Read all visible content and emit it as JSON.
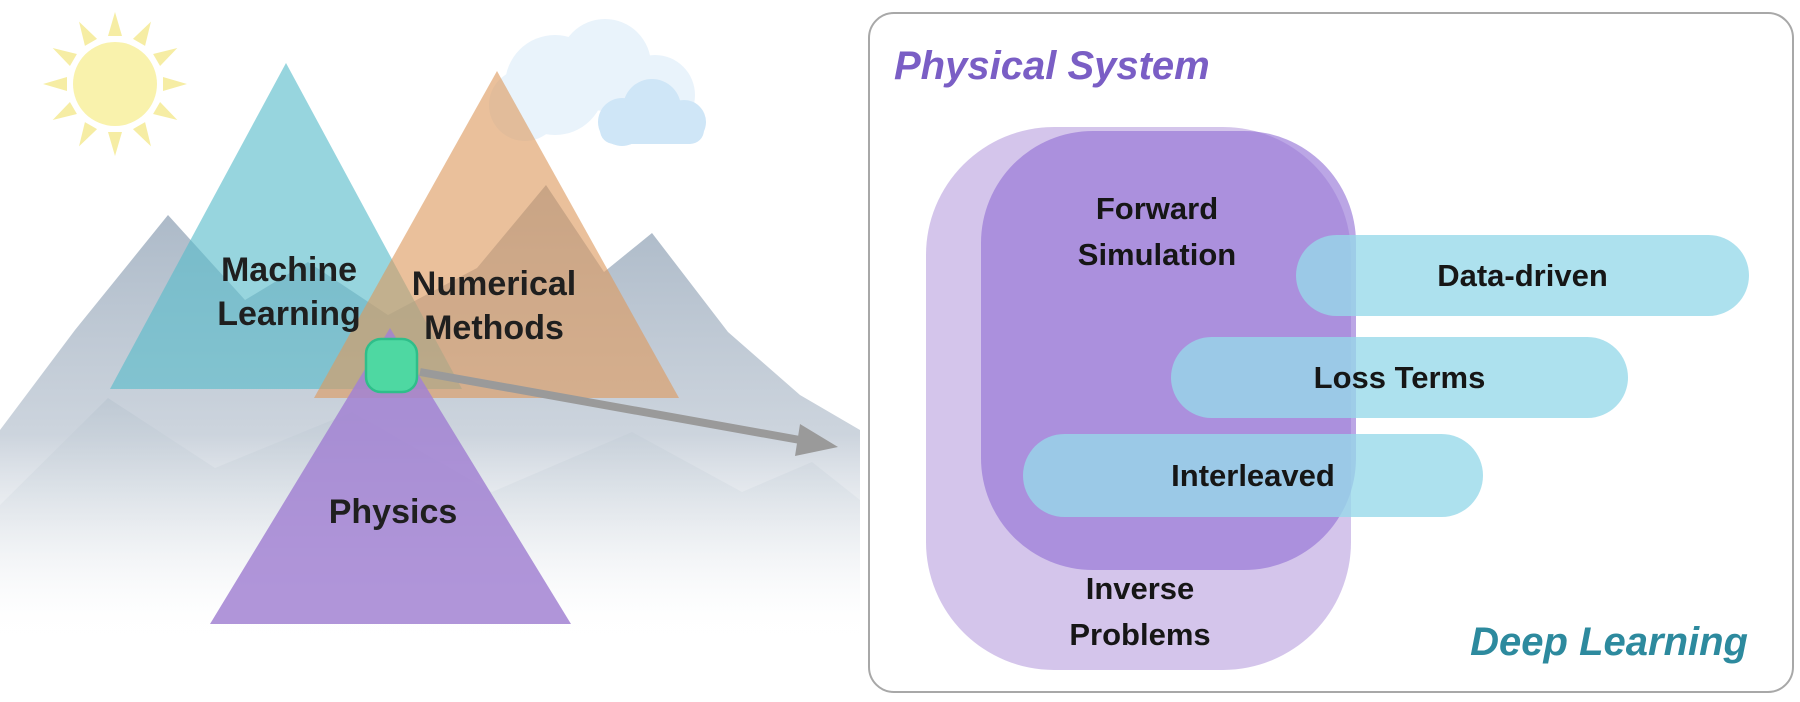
{
  "scene": {
    "labels": {
      "machine_learning": "Machine\nLearning",
      "numerical_methods": "Numerical\nMethods",
      "physics": "Physics"
    },
    "icons": {
      "sun": "sun-icon",
      "clouds": "cloud-icon",
      "mountains": "mountain-range",
      "marker": "intersection-marker"
    }
  },
  "panel": {
    "title": "Physical System",
    "bottom_label": "Deep Learning",
    "regions": {
      "forward_simulation": "Forward\nSimulation",
      "inverse_problems": "Inverse\nProblems"
    },
    "pills": [
      {
        "label": "Data-driven"
      },
      {
        "label": "Loss Terms"
      },
      {
        "label": "Interleaved"
      }
    ]
  },
  "colors": {
    "physical_system_title": "#7a5ec5",
    "deep_learning_title": "#2d8a9e",
    "triangle_machine_learning": "#57bcca",
    "triangle_numerical_methods": "#dd9a5e",
    "triangle_physics": "#a282d2",
    "intersection_marker": "#4ed8a2",
    "pill_cyan": "#96d9e9",
    "blob_outer_purple": "#b096db",
    "blob_inner_purple": "#926fd5",
    "arrow_gray": "#9a9a9a",
    "sun_yellow": "#f9f2ac",
    "cloud_blue": "#cfe6f7"
  }
}
